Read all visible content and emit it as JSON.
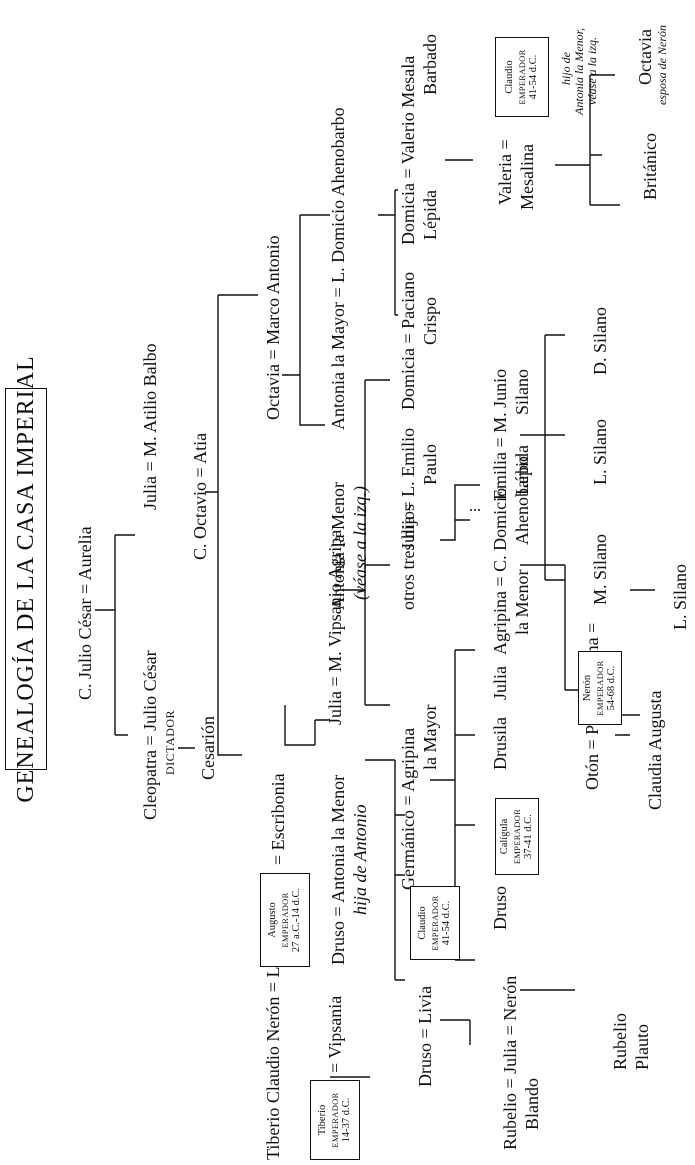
{
  "title": "GENEALOGÍA DE LA CASA IMPERIAL",
  "people": {
    "julio_cesar_padre": "C. Julio César = Aurelia",
    "julia_balbo": "Julia = M. Atilio Balbo",
    "cleopatra": "Cleopatra = Julio César",
    "dictador": "DICTADOR",
    "cesarion": "Cesarión",
    "octavio": "C. Octavio = Atia",
    "octavia": "Octavia = Marco Antonio",
    "tiberio_claudio": "Tiberio Claudio Nerón = Livia =",
    "escribonia": "= Escribonia",
    "julia_agripa": "Julia = M. Vipsanio Agripa",
    "antonia_menor": "Antonia la Menor",
    "antonia_menor_note": "(véase a la izq.)",
    "antonia_mayor": "Antonia la Mayor = L. Domicio Ahenobarbo",
    "vipsania": "= Vipsania",
    "druso_antonia": "Druso = Antonia la Menor",
    "hija_antonio": "hija de Antonio",
    "germanico": "Germánico = Agripina",
    "la_mayor": "la Mayor",
    "otros_tres": "otros tres hijos",
    "julia_emilio": "Julia = L. Emilio",
    "paulo": "Paulo",
    "domicia_paciano": "Domicia = Paciano",
    "crispo": "Crispo",
    "domicia_mesala": "Domicia = Valerio Mesala",
    "barbado": "Barbado",
    "lepida_1": "Lépida",
    "druso_livia": "Druso = Livia",
    "druso": "Druso",
    "drusila": "Drusila",
    "julia": "Julia",
    "agripina_domicio": "Agripina = C. Domicio",
    "la_menor": "la Menor",
    "ahenobarbo": "Ahenobarbo",
    "emilia_silano": "Emilia = M. Junio",
    "silano": "Silano",
    "lepida_2": "Lépida",
    "valeria": "Valeria =",
    "mesalina": "Mesalina",
    "claudio_note_1": "hijo de",
    "claudio_note_2": "Antonia la Menor,",
    "claudio_note_3": "véase a la izq.",
    "rubelio_julia": "Rubelio = Julia = Nerón",
    "blando": "Blando",
    "oton": "Otón = Popea Sabina =",
    "m_silano": "M. Silano",
    "l_silano_1": "L. Silano",
    "d_silano": "D. Silano",
    "britanico": "Británico",
    "octavia_2": "Octavia",
    "esposa_neron": "esposa de Nerón",
    "rubelio_plauto_1": "Rubelio",
    "rubelio_plauto_2": "Plauto",
    "claudia_augusta": "Claudia Augusta",
    "l_silano_2": "L. Silano"
  },
  "boxes": {
    "augusto": {
      "name": "Augusto",
      "title": "EMPERADOR",
      "years": "27 a.C.-14 d.C."
    },
    "tiberio": {
      "name": "Tiberio",
      "title": "EMPERADOR",
      "years": "14-37 d.C."
    },
    "claudio_1": {
      "name": "Claudio",
      "title": "EMPERADOR",
      "years": "41-54 d.C."
    },
    "caligula": {
      "name": "Calígula",
      "title": "EMPERADOR",
      "years": "37-41 d.C."
    },
    "neron": {
      "name": "Nerón",
      "title": "EMPERADOR",
      "years": "54-68 d.C."
    },
    "claudio_2": {
      "name": "Claudio",
      "title": "EMPERADOR",
      "years": "41-54 d.C."
    }
  }
}
